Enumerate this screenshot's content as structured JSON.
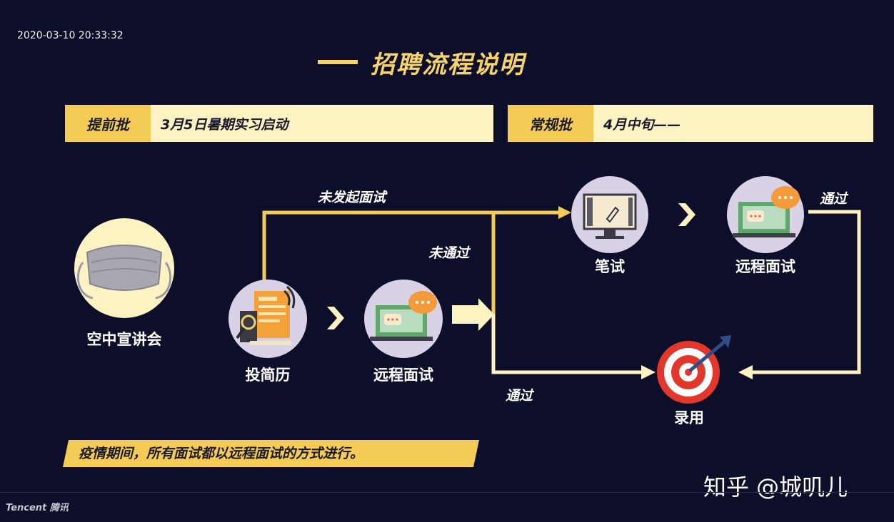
{
  "timestamp": "2020-03-10 20:33:32",
  "title": "招聘流程说明",
  "batches": [
    {
      "label": "提前批",
      "desc": "3月5日暑期实习启动"
    },
    {
      "label": "常规批",
      "desc": "4月中旬——"
    }
  ],
  "nodes": {
    "air_talk": "空中宣讲会",
    "submit_resume": "投简历",
    "remote_interview_1": "远程面试",
    "written_test": "笔试",
    "remote_interview_2": "远程面试",
    "hired": "录用"
  },
  "flow_labels": {
    "not_initiated": "未发起面试",
    "not_passed": "未通过",
    "passed_bottom": "通过",
    "passed_right": "通过"
  },
  "notice": "疫情期间，所有面试都以远程面试的方式进行。",
  "watermark": "知乎 @城叽儿",
  "brand": "Tencent 腾讯",
  "colors": {
    "background": "#0d0f2a",
    "accent_yellow": "#f4cb55",
    "pale_yellow": "#fcf2c2",
    "node_circle": "#d9d2e6",
    "target_red": "#e2382c"
  }
}
